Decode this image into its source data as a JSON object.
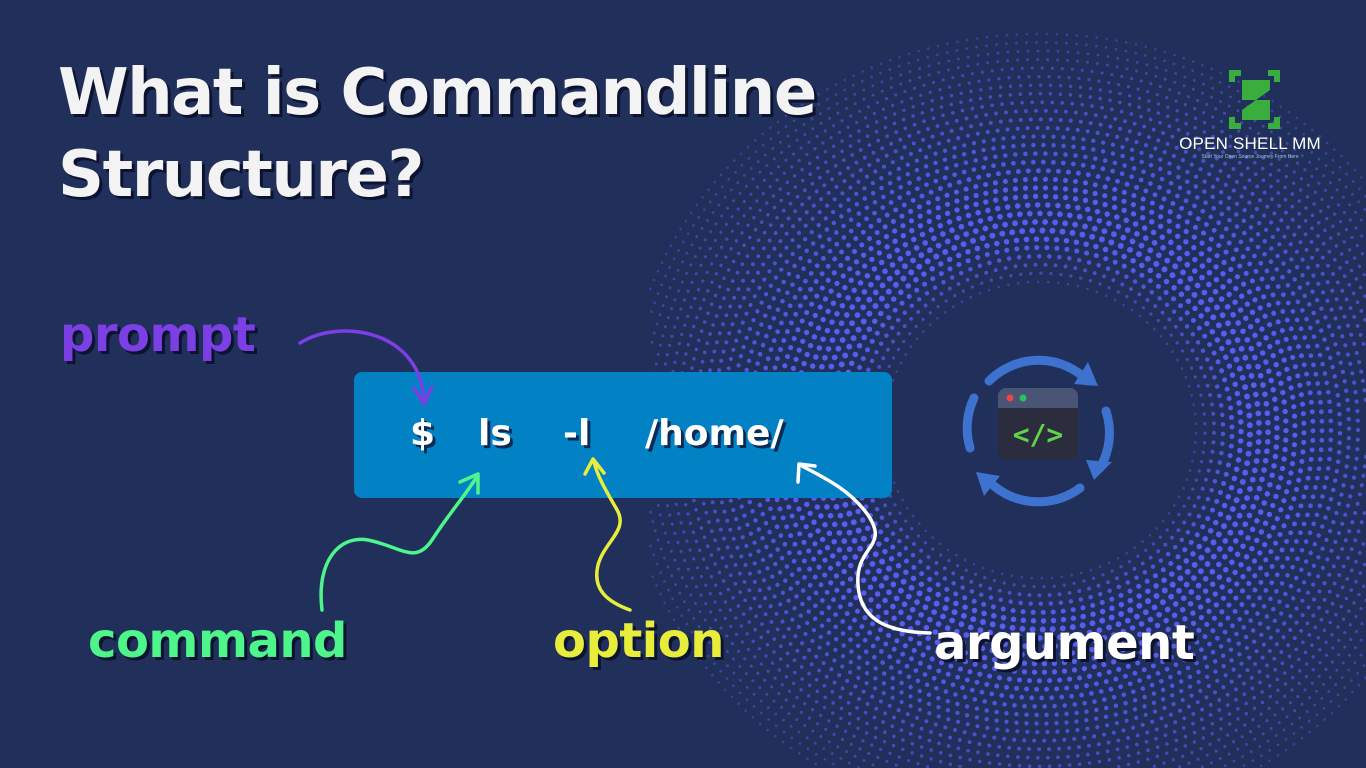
{
  "title": {
    "line1": "What is Commandline",
    "line2": "Structure?"
  },
  "logo": {
    "name": "OPEN SHELL MM",
    "tagline": "Start Your Open Source Journey From Here",
    "colors": {
      "primary": "#3aad3f",
      "text": "#ffffff"
    }
  },
  "command": {
    "prompt": "$",
    "cmd": "ls",
    "option": "-l",
    "argument": "/home/"
  },
  "labels": {
    "prompt": "prompt",
    "command": "command",
    "option": "option",
    "argument": "argument"
  },
  "icon": {
    "name": "code-sync-icon",
    "glyph": "</>"
  },
  "colors": {
    "background": "#212f5b",
    "command_box": "#0282c4",
    "prompt": "#7b3fe4",
    "command": "#4df58a",
    "option": "#e8ec3a",
    "argument": "#ffffff",
    "dots": "#5a5cf0"
  }
}
